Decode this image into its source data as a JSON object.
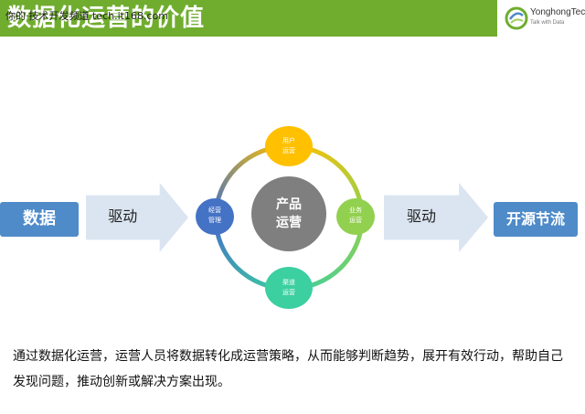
{
  "header": {
    "title": "数据化运营的价值",
    "watermark": "你的·技术开发频道 tech.it168.com",
    "logo": {
      "name": "YonghongTech",
      "tagline": "Talk with Data"
    }
  },
  "flow": {
    "input_label": "数据",
    "arrow_left_label": "驱动",
    "arrow_right_label": "驱动",
    "output_label": "开源节流"
  },
  "cycle": {
    "center": {
      "line1": "产品",
      "line2": "运营"
    },
    "nodes": {
      "user": {
        "line1": "用户",
        "line2": "运营"
      },
      "biz": {
        "line1": "业务",
        "line2": "运营"
      },
      "chan": {
        "line1": "渠道",
        "line2": "运营"
      },
      "mgmt": {
        "line1": "经营",
        "line2": "管理"
      }
    },
    "colors": {
      "user": "#ffc000",
      "biz": "#92d050",
      "chan": "#3ccfa0",
      "mgmt": "#4472c4",
      "center": "#7f7f7f"
    }
  },
  "description": "通过数据化运营，运营人员将数据转化成运营策略，从而能够判断趋势，展开有效行动，帮助自己发现问题，推动创新或解决方案出现。",
  "colors": {
    "header_bg": "#70ad2f",
    "box_bg": "#4f8bc9",
    "arrow_bg": "#dbe5f1"
  }
}
